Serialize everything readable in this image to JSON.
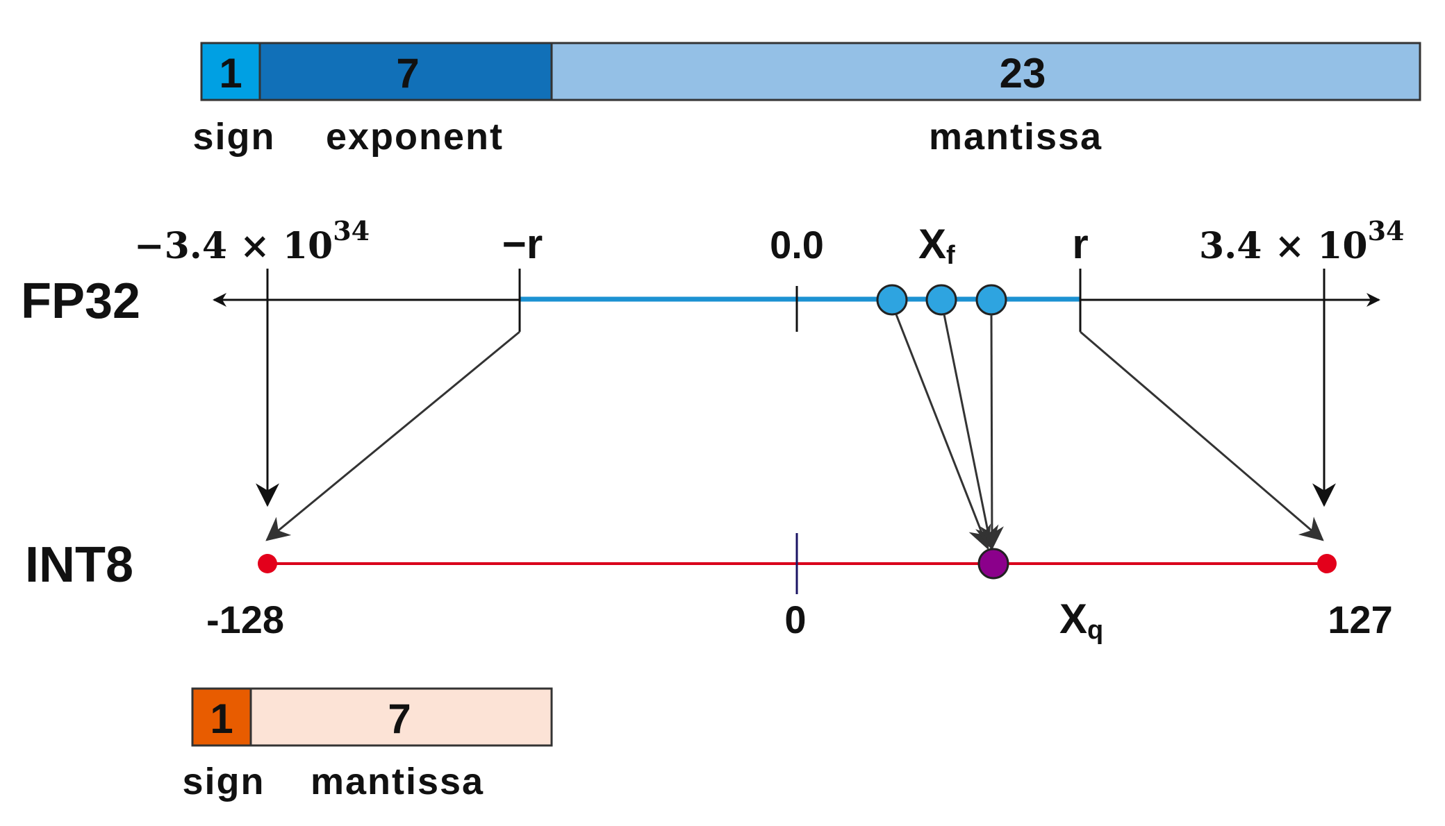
{
  "fp32_format": {
    "sign_bits": "1",
    "exponent_bits": "7",
    "mantissa_bits": "23",
    "sign_label": "sign",
    "exponent_label": "exponent",
    "mantissa_label": "mantissa",
    "sign_color": "#00a0e3",
    "exponent_color": "#1170b8",
    "mantissa_color": "#94c0e6"
  },
  "int8_format": {
    "sign_bits": "1",
    "mantissa_bits": "7",
    "sign_label": "sign",
    "mantissa_label": "mantissa",
    "sign_color": "#e85c00",
    "mantissa_color": "#fce3d6"
  },
  "fp32_line": {
    "row_label": "FP32",
    "min_base": "−3.4 × 10",
    "min_exp": "34",
    "neg_r": "−r",
    "zero": "0.0",
    "xf_main": "X",
    "xf_sub": "f",
    "pos_r": "r",
    "max_base": "3.4 × 10",
    "max_exp": "34",
    "range_color": "#1c92d2",
    "point_color": "#2ea4e0"
  },
  "int8_line": {
    "row_label": "INT8",
    "min": "-128",
    "zero": "0",
    "xq_main": "X",
    "xq_sub": "q",
    "max": "127",
    "line_color": "#d9001b",
    "zero_tick_color": "#1b1464",
    "xq_color": "#8b008b"
  }
}
